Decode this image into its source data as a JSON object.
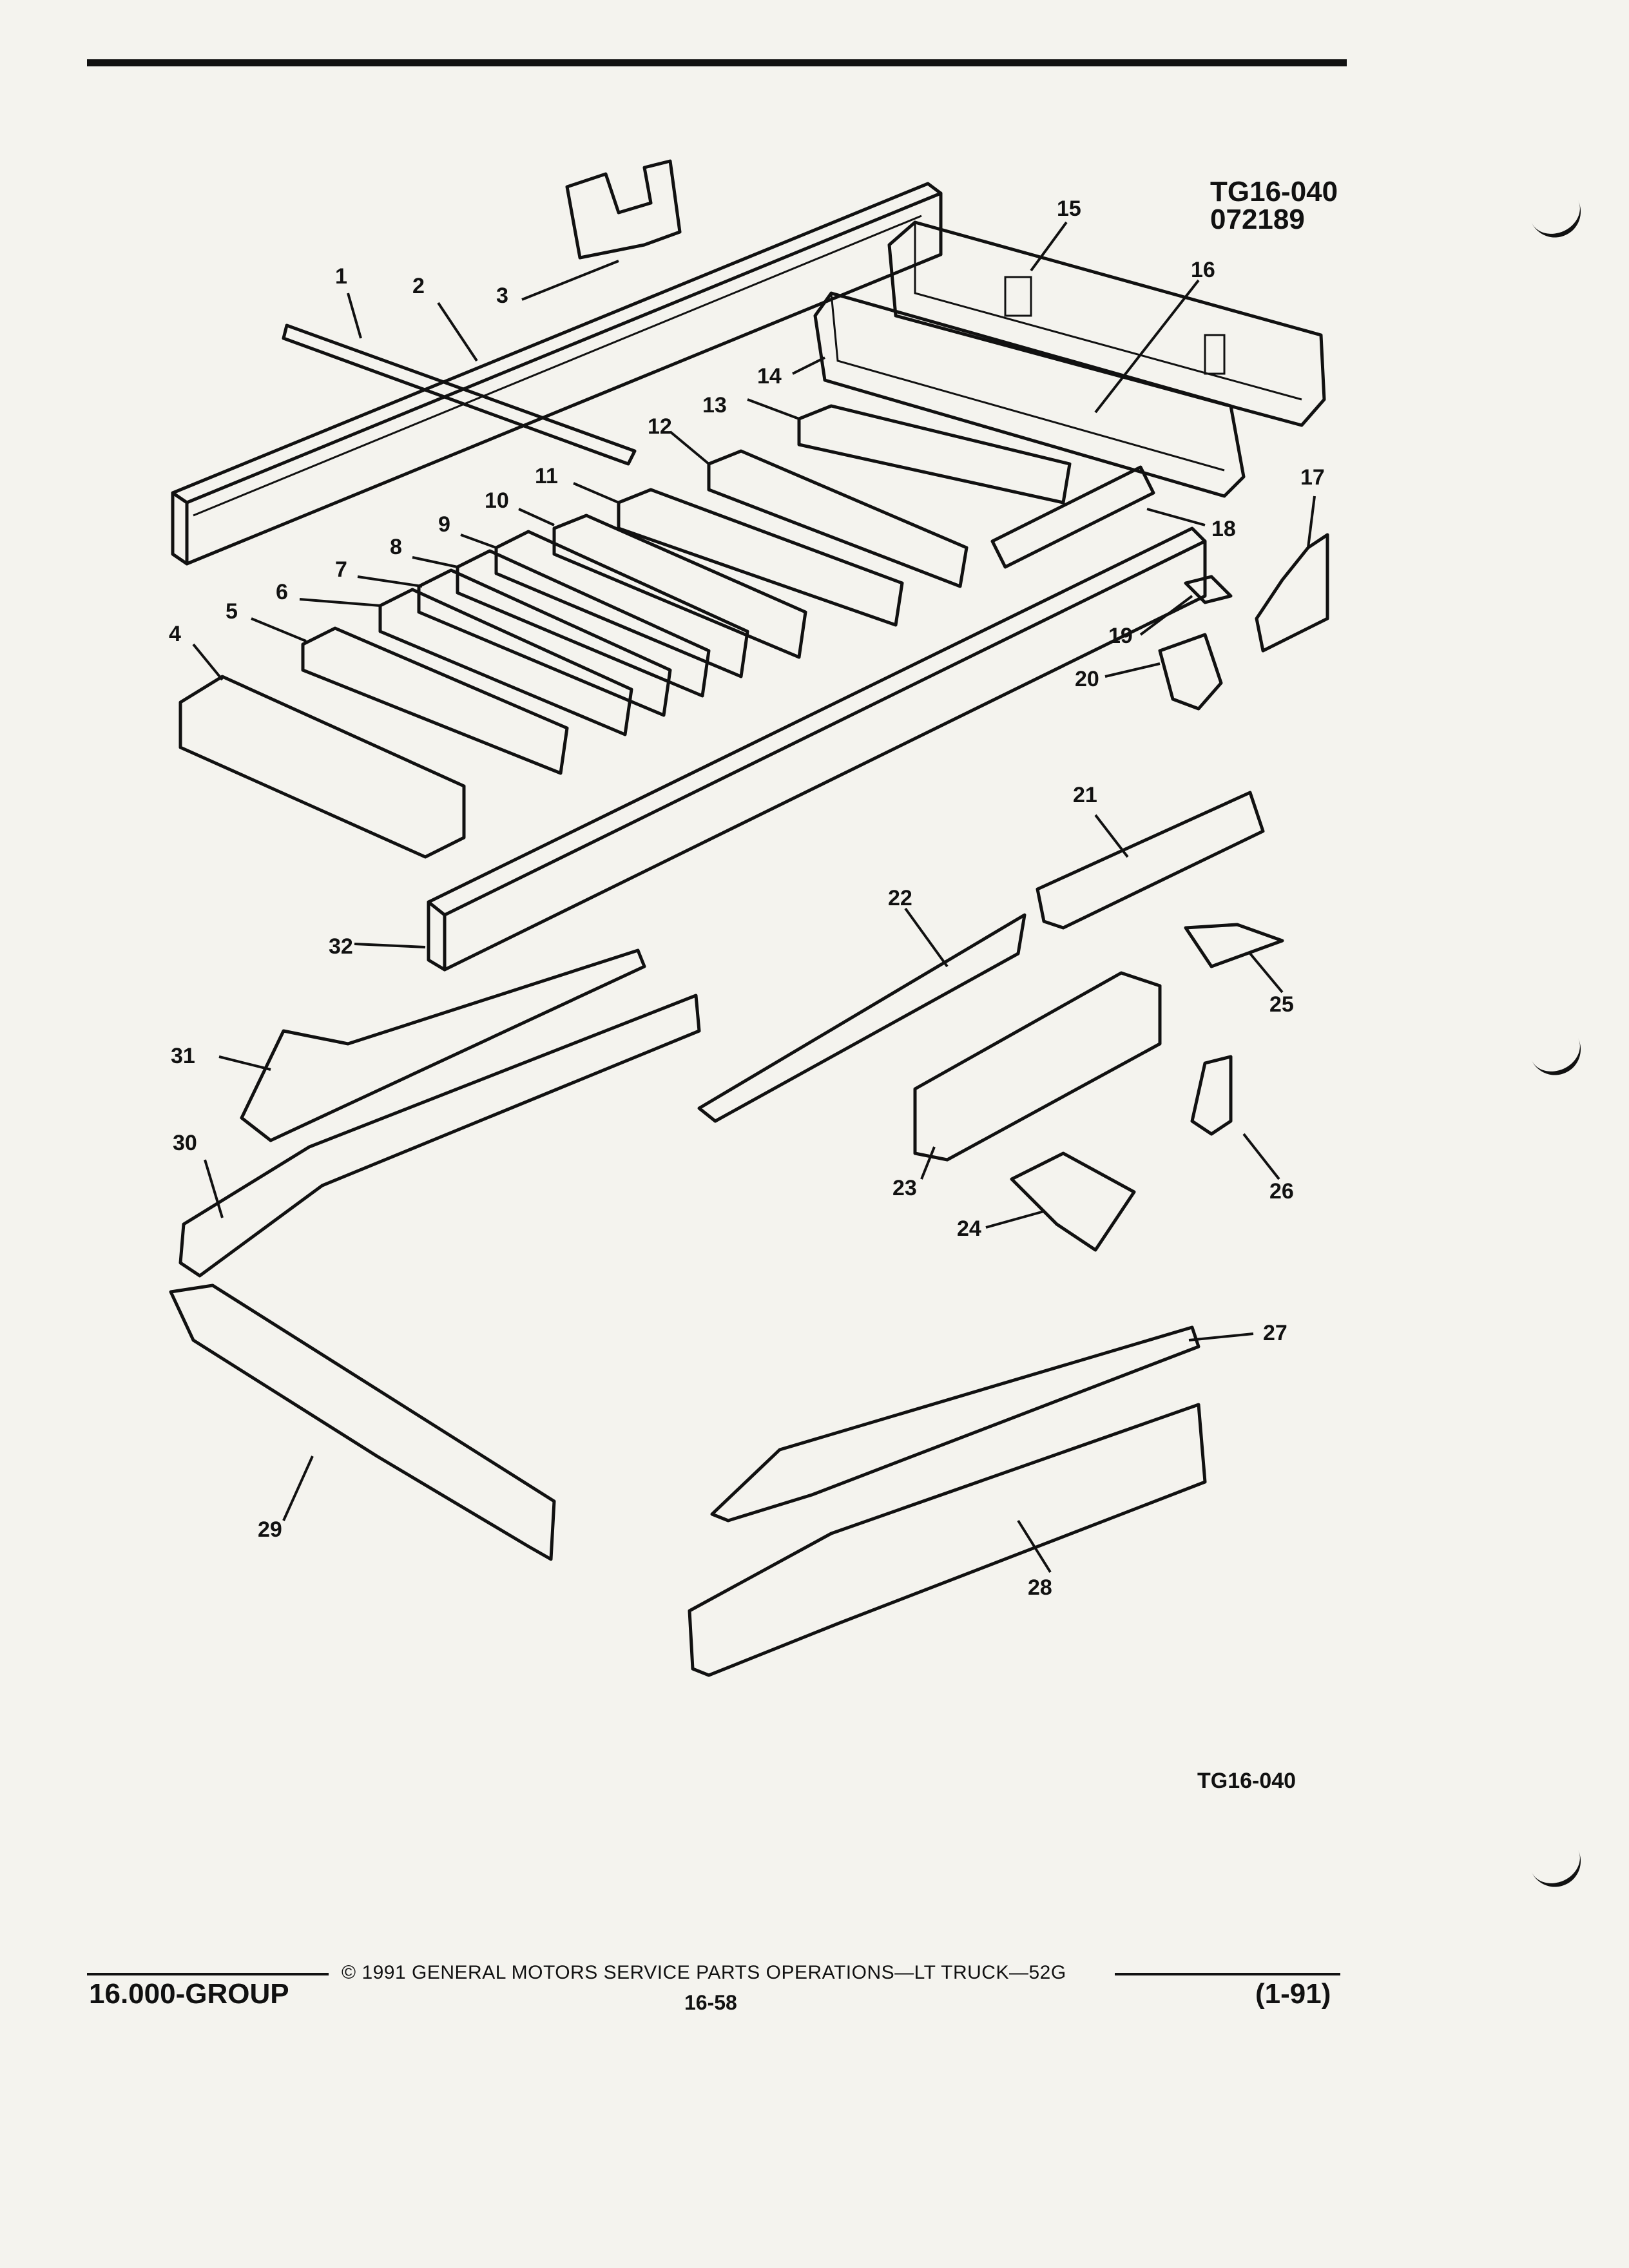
{
  "header": {
    "figure_code": "TG16-040",
    "date_code": "072189"
  },
  "diagram": {
    "callouts": [
      "1",
      "2",
      "3",
      "4",
      "5",
      "6",
      "7",
      "8",
      "9",
      "10",
      "11",
      "12",
      "13",
      "14",
      "15",
      "16",
      "17",
      "18",
      "19",
      "20",
      "21",
      "22",
      "23",
      "24",
      "25",
      "26",
      "27",
      "28",
      "29",
      "30",
      "31",
      "32"
    ],
    "bottom_code": "TG16-040"
  },
  "footer": {
    "copyright": "© 1991 GENERAL MOTORS SERVICE PARTS OPERATIONS—LT TRUCK—52G",
    "group": "16.000-GROUP",
    "page": "16-58",
    "date": "(1-91)"
  }
}
